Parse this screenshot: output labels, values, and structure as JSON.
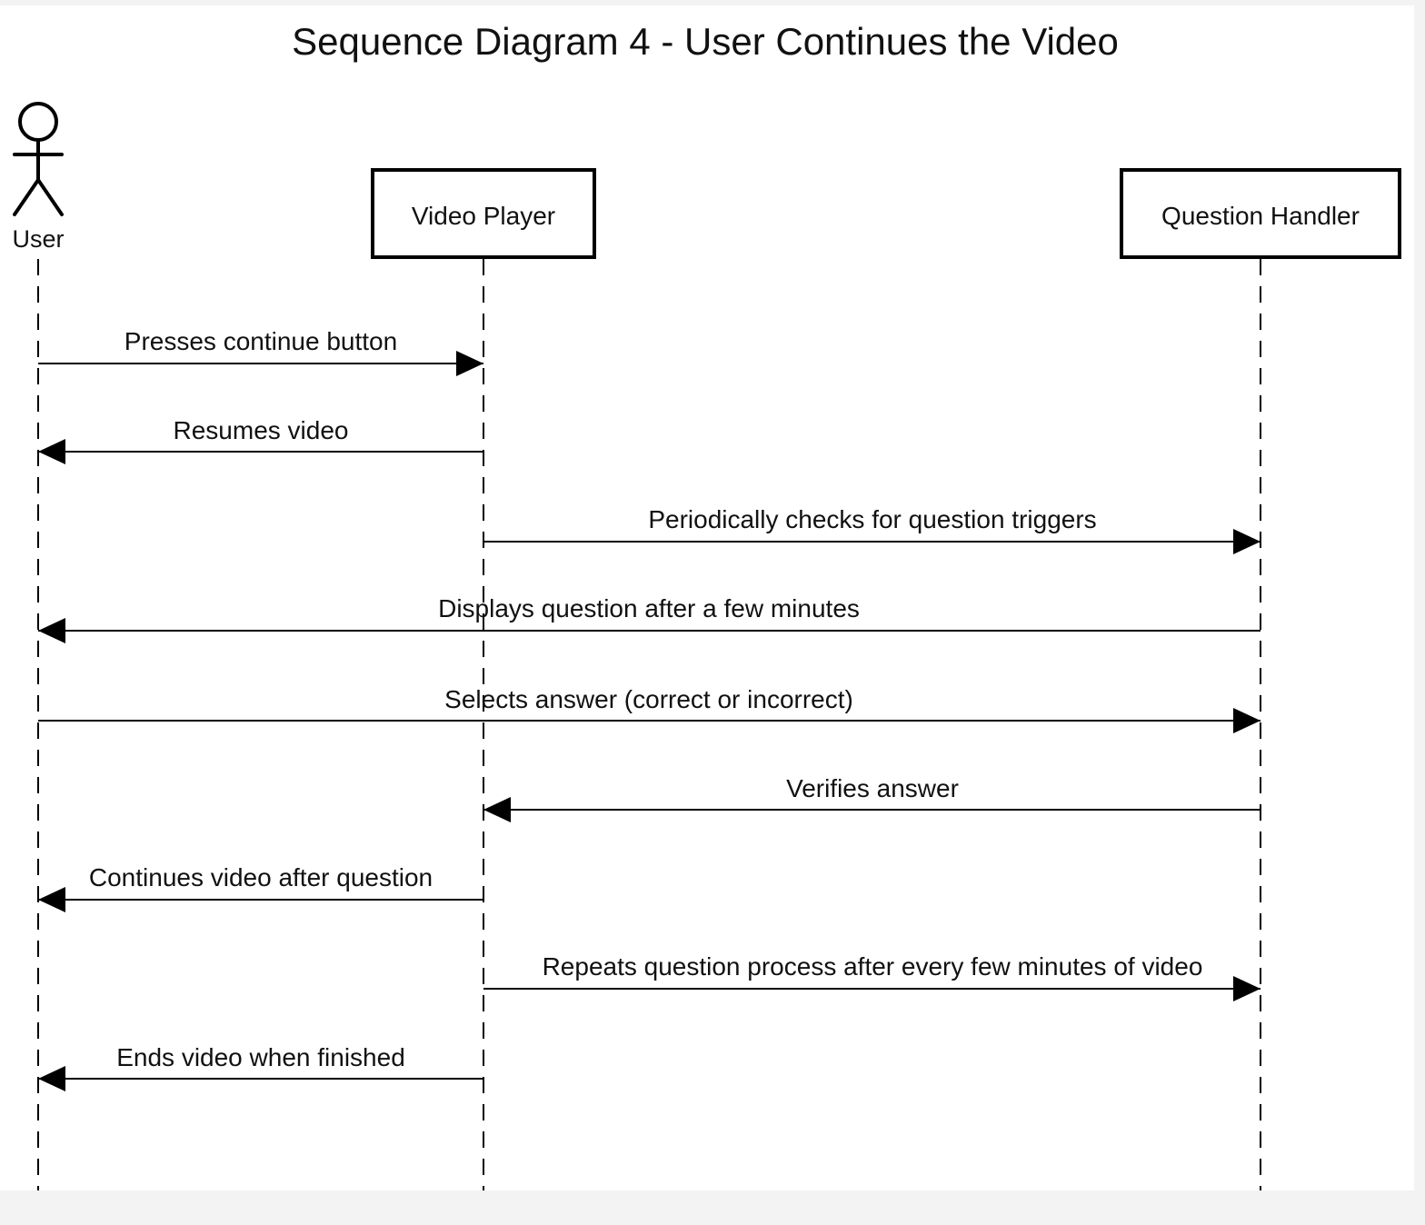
{
  "title": "Sequence Diagram 4 - User Continues the Video",
  "participants": [
    {
      "id": "user",
      "label": "User",
      "kind": "actor"
    },
    {
      "id": "player",
      "label": "Video Player",
      "kind": "box"
    },
    {
      "id": "handler",
      "label": "Question Handler",
      "kind": "box"
    }
  ],
  "messages": [
    {
      "from": "user",
      "to": "player",
      "label": "Presses continue button"
    },
    {
      "from": "player",
      "to": "user",
      "label": "Resumes video"
    },
    {
      "from": "player",
      "to": "handler",
      "label": "Periodically checks for question triggers"
    },
    {
      "from": "handler",
      "to": "user",
      "label": "Displays question after a few minutes"
    },
    {
      "from": "user",
      "to": "handler",
      "label": "Selects answer (correct or incorrect)"
    },
    {
      "from": "handler",
      "to": "player",
      "label": "Verifies answer"
    },
    {
      "from": "player",
      "to": "user",
      "label": "Continues video after question"
    },
    {
      "from": "player",
      "to": "handler",
      "label": "Repeats question process after every few minutes of video"
    },
    {
      "from": "player",
      "to": "user",
      "label": "Ends video when finished"
    }
  ]
}
